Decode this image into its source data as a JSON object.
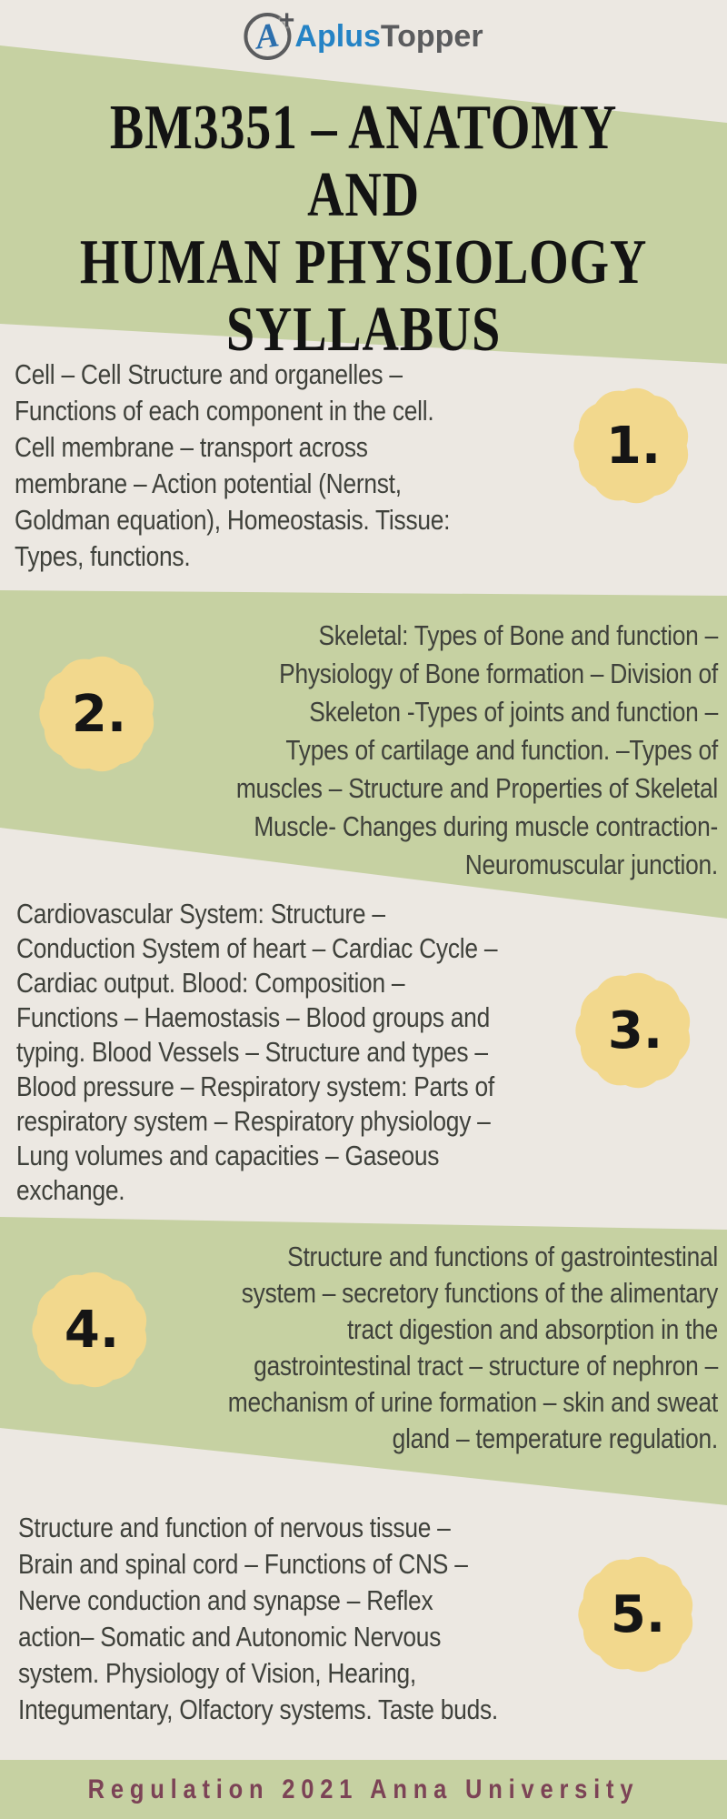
{
  "logo": {
    "letter": "A",
    "plus": "+",
    "brand_blue": "Aplus",
    "brand_gray": "Topper"
  },
  "title": "BM3351 – ANATOMY AND\nHUMAN PHYSIOLOGY\nSYLLABUS",
  "sections": [
    {
      "number": "1.",
      "text": "Cell – Cell Structure and organelles –\nFunctions of each component in the cell.\nCell membrane – transport across\nmembrane – Action potential (Nernst,\nGoldman equation), Homeostasis. Tissue:\nTypes, functions."
    },
    {
      "number": "2.",
      "text": "Skeletal: Types of Bone and function –\nPhysiology of Bone formation – Division of\nSkeleton -Types of joints and function –\nTypes of cartilage and function. –Types of\nmuscles – Structure and Properties of Skeletal\nMuscle- Changes during muscle contraction-\nNeuromuscular junction."
    },
    {
      "number": "3.",
      "text": "Cardiovascular System: Structure –\nConduction System of heart – Cardiac Cycle –\nCardiac output. Blood: Composition –\nFunctions – Haemostasis – Blood groups and\ntyping. Blood Vessels – Structure and types –\nBlood pressure – Respiratory system: Parts of\nrespiratory system – Respiratory physiology –\nLung volumes and capacities – Gaseous\nexchange."
    },
    {
      "number": "4.",
      "text": "Structure and functions of gastrointestinal\nsystem – secretory functions of the alimentary\ntract digestion and absorption in the\ngastrointestinal tract – structure of nephron –\nmechanism of urine formation – skin and sweat\ngland – temperature regulation."
    },
    {
      "number": "5.",
      "text": "Structure and function of nervous tissue –\nBrain and spinal cord – Functions of CNS –\nNerve conduction and synapse – Reflex\naction– Somatic and Autonomic Nervous\nsystem. Physiology of Vision, Hearing,\nIntegumentary, Olfactory systems. Taste buds."
    }
  ],
  "footer": {
    "text": "Regulation 2021 Anna University"
  },
  "colors": {
    "band_green": "#c6d1a2",
    "background_cream": "#ece8e2",
    "badge_yellow": "#f2d88d",
    "body_text": "#3f413b",
    "title_text": "#131313",
    "footer_text": "#7c4356",
    "logo_blue": "#2583c5",
    "logo_gray": "#5b5c5e"
  }
}
